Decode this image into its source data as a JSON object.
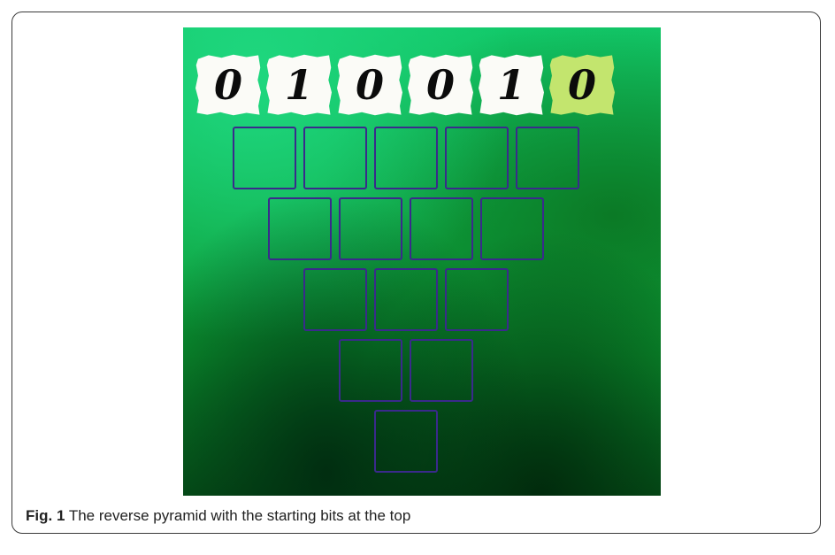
{
  "figure": {
    "bits": [
      "0",
      "1",
      "0",
      "0",
      "1",
      "0"
    ],
    "highlighted_bit_index": 5,
    "pyramid_rows": [
      5,
      4,
      3,
      2,
      1
    ],
    "caption_label": "Fig. 1",
    "caption_text": " The reverse pyramid with the starting bits at the top"
  }
}
